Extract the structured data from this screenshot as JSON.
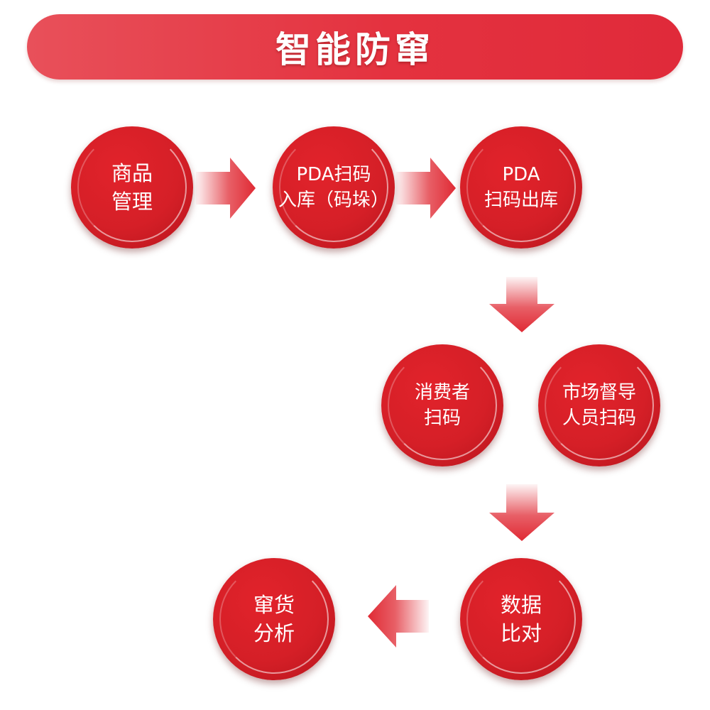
{
  "banner": {
    "title": "智能防窜"
  },
  "nodes": {
    "product_mgmt": {
      "label": "商品\n管理"
    },
    "pda_inbound": {
      "label": "PDA扫码\n入库（码垛）"
    },
    "pda_outbound": {
      "label": "PDA\n扫码出库"
    },
    "consumer_scan": {
      "label": "消费者\n扫码"
    },
    "supervisor_scan": {
      "label": "市场督导\n人员扫码"
    },
    "data_compare": {
      "label": "数据\n比对"
    },
    "diversion_analysis": {
      "label": "窜货\n分析"
    }
  },
  "colors": {
    "primary_red": "#d51f27",
    "banner_red": "#e4323f",
    "arrow_red": "#e02a34",
    "text": "#ffffff"
  }
}
